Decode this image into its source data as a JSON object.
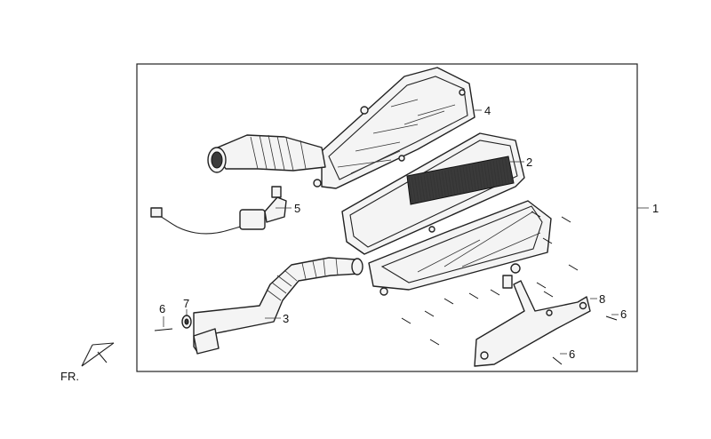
{
  "diagram": {
    "callouts": {
      "c1": "1",
      "c2": "2",
      "c3": "3",
      "c4": "4",
      "c5": "5",
      "c6a": "6",
      "c6b": "6",
      "c6c": "6",
      "c7": "7",
      "c8": "8"
    },
    "front_label": "FR."
  }
}
